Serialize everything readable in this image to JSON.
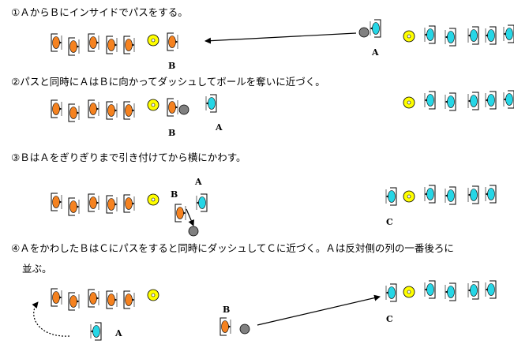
{
  "steps": [
    {
      "text": "①ＡからＢにインサイドでパスをする。"
    },
    {
      "text": "②パスと同時にＡはＢに向かってダッシュしてボールを奪いに近づく。"
    },
    {
      "text": "③ＢはＡをぎりぎりまで引き付けてから横にかわす。"
    },
    {
      "text": "④ＡをかわしたＢはＣにパスをすると同時にダッシュしてＣに近づく。Ａは反対側の列の一番後ろに"
    },
    {
      "text": "並ぶ。"
    }
  ],
  "labels": {
    "a": "A",
    "b": "B",
    "c": "C"
  },
  "colors": {
    "orange": "#f58220",
    "cyan": "#26d6e6",
    "cone": "#ffff00",
    "ball": "#808080"
  }
}
